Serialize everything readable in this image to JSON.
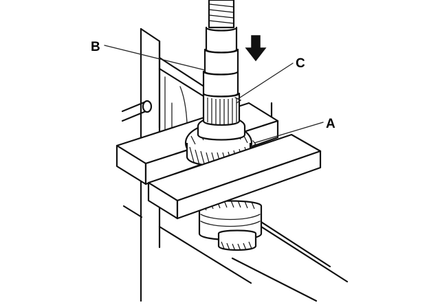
{
  "figure": {
    "callouts": [
      {
        "id": "A",
        "text": "A"
      },
      {
        "id": "B",
        "text": "B"
      },
      {
        "id": "C",
        "text": "C"
      }
    ],
    "line_color": "#111111",
    "background_color": "#ffffff"
  }
}
